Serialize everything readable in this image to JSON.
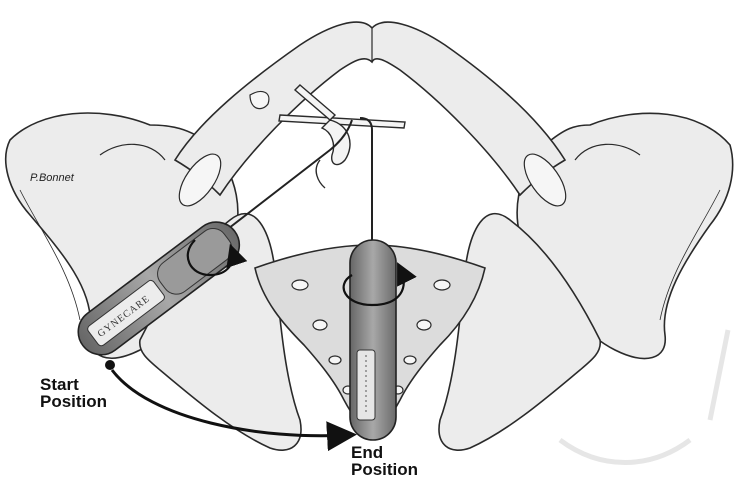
{
  "signature": "P.Bonnet",
  "instrument_brand": "GYNECARE",
  "labels": {
    "start_line1": "Start",
    "start_line2": "Position",
    "end_line1": "End",
    "end_line2": "Position"
  },
  "colors": {
    "bone_fill": "#ececec",
    "bone_shade": "#d8d8d8",
    "outline": "#2a2a2a",
    "handle_dark": "#7a7a7a",
    "handle_light": "#b4b4b4",
    "arrow": "#111111"
  }
}
